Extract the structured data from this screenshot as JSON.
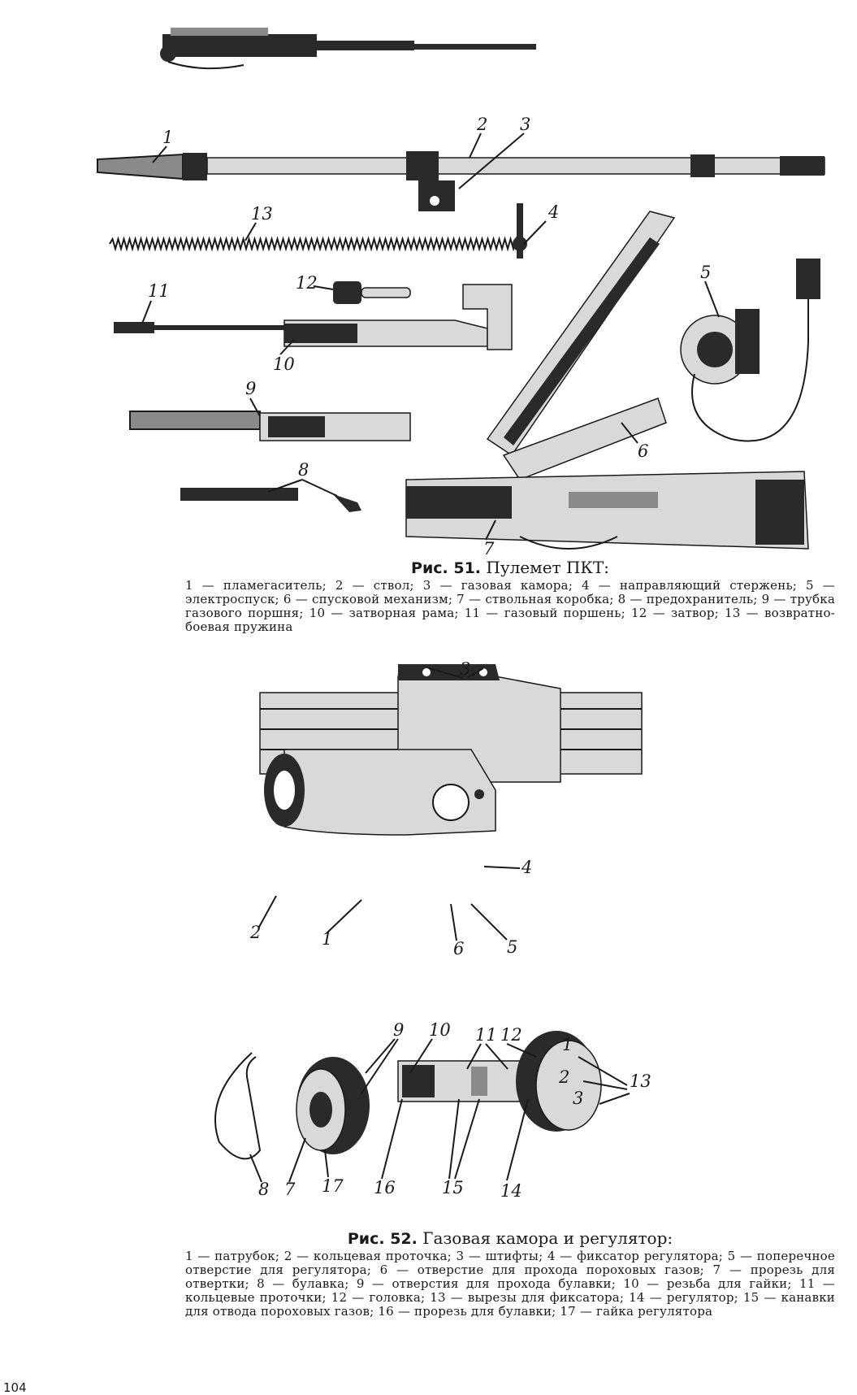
{
  "figure51": {
    "title_label": "Рис. 51.",
    "title_text": "Пулемет ПКТ:",
    "legend": "1 — пламегаситель; 2 — ствол; 3 — газовая камора; 4 — направляющий стержень; 5 — электроспуск; 6 — спусковой механизм; 7 — ствольная коробка; 8 — предохранитель; 9 — трубка газового поршня; 10 — затворная рама; 11 — газовый поршень; 12 — затвор; 13 — возвратно-боевая пружина",
    "callouts": [
      "1",
      "2",
      "3",
      "4",
      "5",
      "6",
      "7",
      "8",
      "9",
      "10",
      "11",
      "12",
      "13"
    ]
  },
  "figure52": {
    "callouts": [
      "3",
      "4",
      "2",
      "1",
      "6",
      "5"
    ]
  },
  "figure53": {
    "title_label": "Рис. 52.",
    "title_text": "Газовая камора и регулятор:",
    "legend": "1 — патрубок; 2 — кольцевая проточка; 3 — штифты; 4 — фиксатор регулятора; 5 — поперечное отверстие для регулятора; 6 — отверстие для прохода пороховых газов; 7 — прорезь для отвертки; 8 — булавка; 9 — отверстия для прохода булавки; 10 — резьба для гайки; 11 — кольцевые проточки; 12 — головка; 13 — вырезы для фиксатора; 14 — регулятор; 15 — канавки для отвода пороховых газов; 16 — прорезь для булавки; 17 — гайка регулятора",
    "callouts": [
      "9",
      "10",
      "11",
      "12",
      "13",
      "8",
      "7",
      "17",
      "16",
      "15",
      "14"
    ],
    "dial_marks": [
      "1",
      "2",
      "3"
    ]
  },
  "page_number": "104"
}
